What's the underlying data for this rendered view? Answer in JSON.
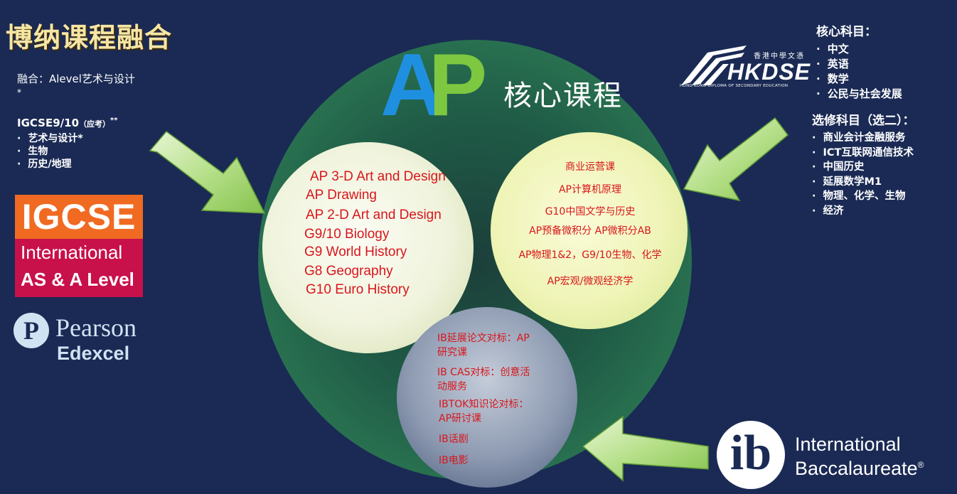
{
  "title": "博纳课程融合",
  "left_panel": {
    "fusion_text": "融合：Alevel艺术与设计",
    "fusion_star": "*",
    "igcse_title": "IGCSE9/10",
    "igcse_note": "（应考）",
    "igcse_stars": "**",
    "items": [
      "艺术与设计*",
      "生物",
      "历史/地理"
    ]
  },
  "logos": {
    "igcse": {
      "line1": "IGCSE",
      "line2": "International",
      "line3": "AS & A Level"
    },
    "pearson": {
      "mark": "P",
      "name": "Pearson",
      "sub": "Edexcel"
    },
    "hkdse": {
      "chinese": "香港中學文憑",
      "name": "HKDSE",
      "english": "HONG KONG DIPLOMA OF SECONDARY EDUCATION"
    },
    "ib": {
      "mark": "ib",
      "line1": "International",
      "line2": "Baccalaureate",
      "reg": "®"
    }
  },
  "center": {
    "ap_a": "A",
    "ap_p": "P",
    "core_title": "核心课程",
    "left_items": [
      "AP 3-D Art and Design",
      "AP Drawing",
      "AP 2-D Art and Design",
      "G9/10 Biology",
      "G9 World History",
      "G8 Geography",
      "G10 Euro History"
    ],
    "right_items": [
      "商业运营课",
      "AP计算机原理",
      "G10中国文学与历史",
      "AP预备微积分   AP微积分AB",
      "AP物理1&2，G9/10生物、化学",
      "AP宏观/微观经济学"
    ],
    "bottom_items": [
      "IB延展论文对标：AP",
      "研究课",
      "IB CAS对标：创意活",
      "动服务",
      "IBTOK知识论对标：",
      "AP研讨课",
      "IB话剧",
      "IB电影"
    ]
  },
  "right_panel": {
    "core_title": "核心科目：",
    "core_items": [
      "中文",
      "英语",
      "数学",
      "公民与社会发展"
    ],
    "elective_title": "选修科目（选二）：",
    "elective_items": [
      "商业会计金融服务",
      "ICT互联网通信技术",
      "中国历史",
      "延展数学M1",
      "物理、化学、生物",
      "经济"
    ]
  },
  "colors": {
    "background": "#1a2a54",
    "title": "#f6e6a4",
    "ap_a": "#1f8fe0",
    "ap_p": "#7dc840",
    "course_text": "#d8161b",
    "arrow": "#9fd46a"
  }
}
